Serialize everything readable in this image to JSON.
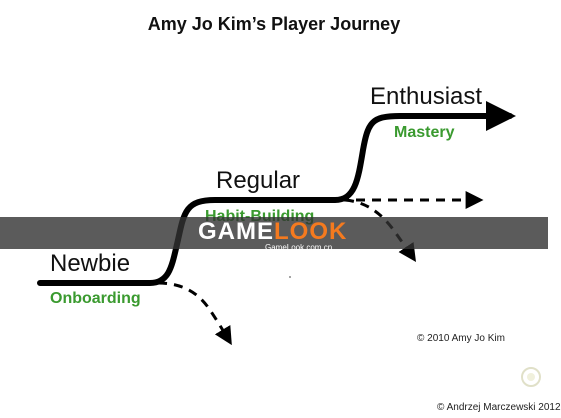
{
  "title": "Amy Jo Kim’s Player Journey",
  "stages": {
    "newbie": "Newbie",
    "regular": "Regular",
    "enthusiast": "Enthusiast"
  },
  "phases": {
    "onboarding": "Onboarding",
    "habit_building": "Habit-Building",
    "mastery": "Mastery"
  },
  "watermark": {
    "brand_prefix": "GAME",
    "brand_suffix": "LOOK",
    "url": "GameLook.com.cn"
  },
  "credits": {
    "copyright_kim": "© 2010 Amy Jo Kim",
    "copyright_marczewski": "© Andrzej Marczewski 2012"
  },
  "colors": {
    "path": "#000000",
    "phase_text": "#3a9a2f",
    "watermark_band": "#323232",
    "watermark_accent": "#f47a1f"
  }
}
